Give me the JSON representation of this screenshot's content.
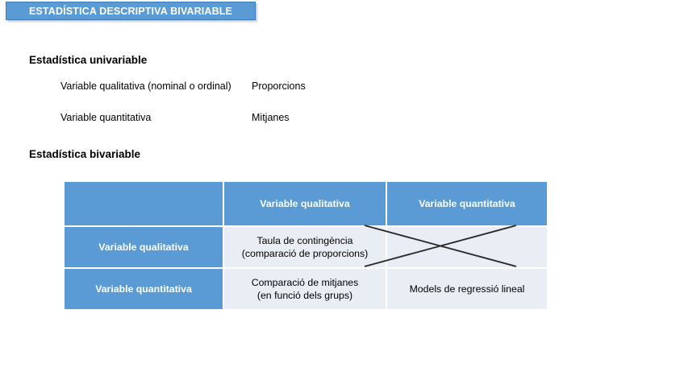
{
  "slide": {
    "title": "ESTADÍSTICA DESCRIPTIVA BIVARIABLE",
    "title_bg_color": "#5B9BD5",
    "title_text_color": "#FFFFFF"
  },
  "univariable": {
    "heading": "Estadística univariable",
    "rows": [
      {
        "variable": "Variable qualitativa (nominal o ordinal)",
        "measure": "Proporcions"
      },
      {
        "variable": "Variable quantitativa",
        "measure": "Mitjanes"
      }
    ]
  },
  "bivariable": {
    "heading": "Estadística bivariable",
    "table": {
      "header_bg_color": "#5B9BD5",
      "header_text_color": "#FFFFFF",
      "body_bg_color": "#E9EDF4",
      "corner_label": "",
      "column_headers": [
        "Variable qualitativa",
        "Variable quantitativa"
      ],
      "rows": [
        {
          "row_header": "Variable qualitativa",
          "cells": [
            {
              "text": "Taula de contingència\n(comparació de proporcions)",
              "line1": "Taula de contingència",
              "line2": "(comparació de proporcions)",
              "crossed_out": false
            },
            {
              "text": "",
              "line1": "",
              "line2": "",
              "crossed_out": true
            }
          ]
        },
        {
          "row_header": "Variable quantitativa",
          "cells": [
            {
              "text": "Comparació de mitjanes\n(en funció dels grups)",
              "line1": "Comparació de mitjanes",
              "line2": "(en funció dels grups)",
              "crossed_out": false
            },
            {
              "text": "Models de regressió lineal",
              "line1": "Models de regressió lineal",
              "line2": "",
              "crossed_out": false
            }
          ]
        }
      ]
    }
  }
}
